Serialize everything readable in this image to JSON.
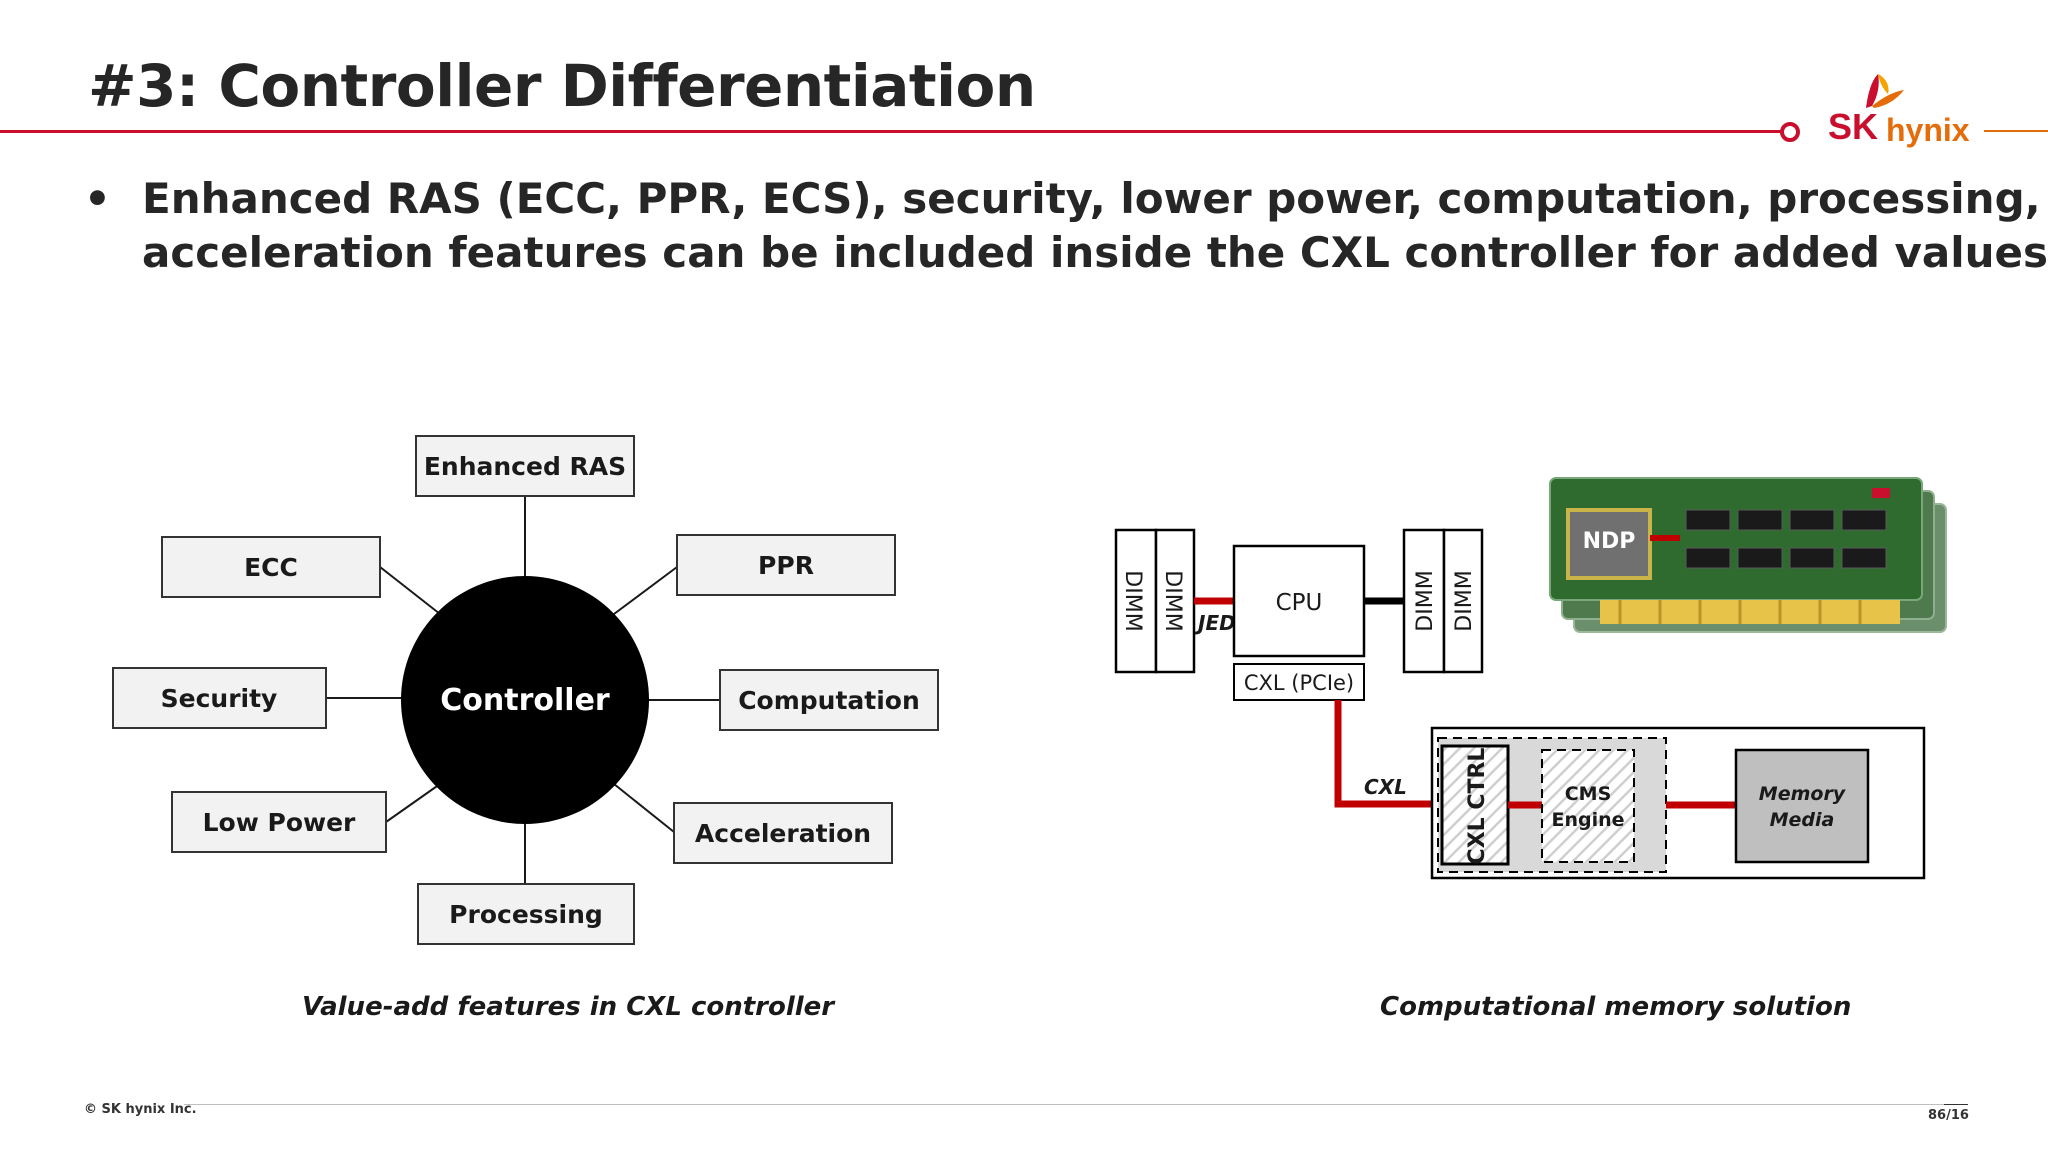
{
  "title": "#3: Controller Differentiation",
  "logo": {
    "sk": "SK",
    "hynix": "hynix"
  },
  "bullet": {
    "symbol": "•",
    "line1": "Enhanced RAS (ECC, PPR, ECS), security, lower power, computation, processing,",
    "line2": "acceleration features can be included inside the CXL controller for added values"
  },
  "left_diagram": {
    "center": "Controller",
    "features": {
      "enhanced_ras": "Enhanced RAS",
      "ecc": "ECC",
      "ppr": "PPR",
      "security": "Security",
      "computation": "Computation",
      "low_power": "Low Power",
      "acceleration": "Acceleration",
      "processing": "Processing"
    },
    "caption": "Value-add features in CXL controller"
  },
  "right_diagram": {
    "dimm": "DIMM",
    "cpu": "CPU",
    "cxl_pcie": "CXL (PCIe)",
    "jedec": "JEDEC",
    "cxl": "CXL",
    "cxl_ctrl": "CXL CTRL",
    "cms_line1": "CMS",
    "cms_line2": "Engine",
    "memory_line1": "Memory",
    "memory_line2": "Media",
    "ndp": "NDP",
    "caption": "Computational memory solution"
  },
  "colors": {
    "accent": "#c8102e",
    "logo_orange": "#e46c0a",
    "link_red": "#c00000"
  },
  "footer": {
    "copyright": "© SK hynix Inc.",
    "page": "86/16"
  }
}
